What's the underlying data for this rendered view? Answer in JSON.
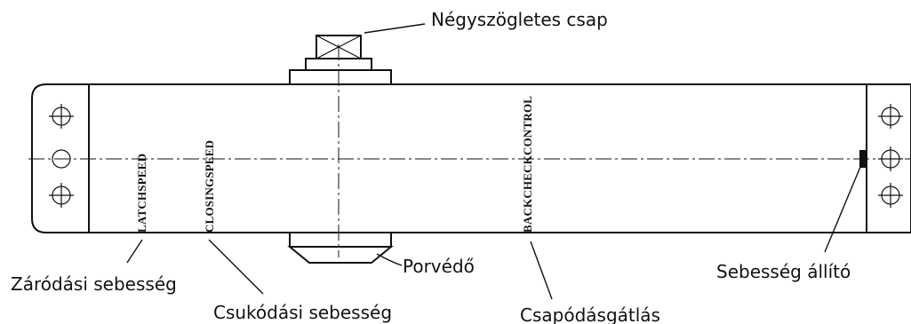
{
  "diagram": {
    "labels": {
      "square_pin": "Négyszögletes csap",
      "latch_speed": "Záródási sebesség",
      "closing_speed": "Csukódási sebesség",
      "dust_cover": "Porvédő",
      "backcheck": "Csapódásgátlás",
      "speed_adjuster": "Sebesség állító"
    },
    "body_text": {
      "latch_speed": "LATCHSPEED",
      "closing_speed": "CLOSINGSPEED",
      "backcheck": "BACKCHECKCONTROL"
    },
    "colors": {
      "line": "#111111",
      "background": "#ffffff"
    }
  }
}
